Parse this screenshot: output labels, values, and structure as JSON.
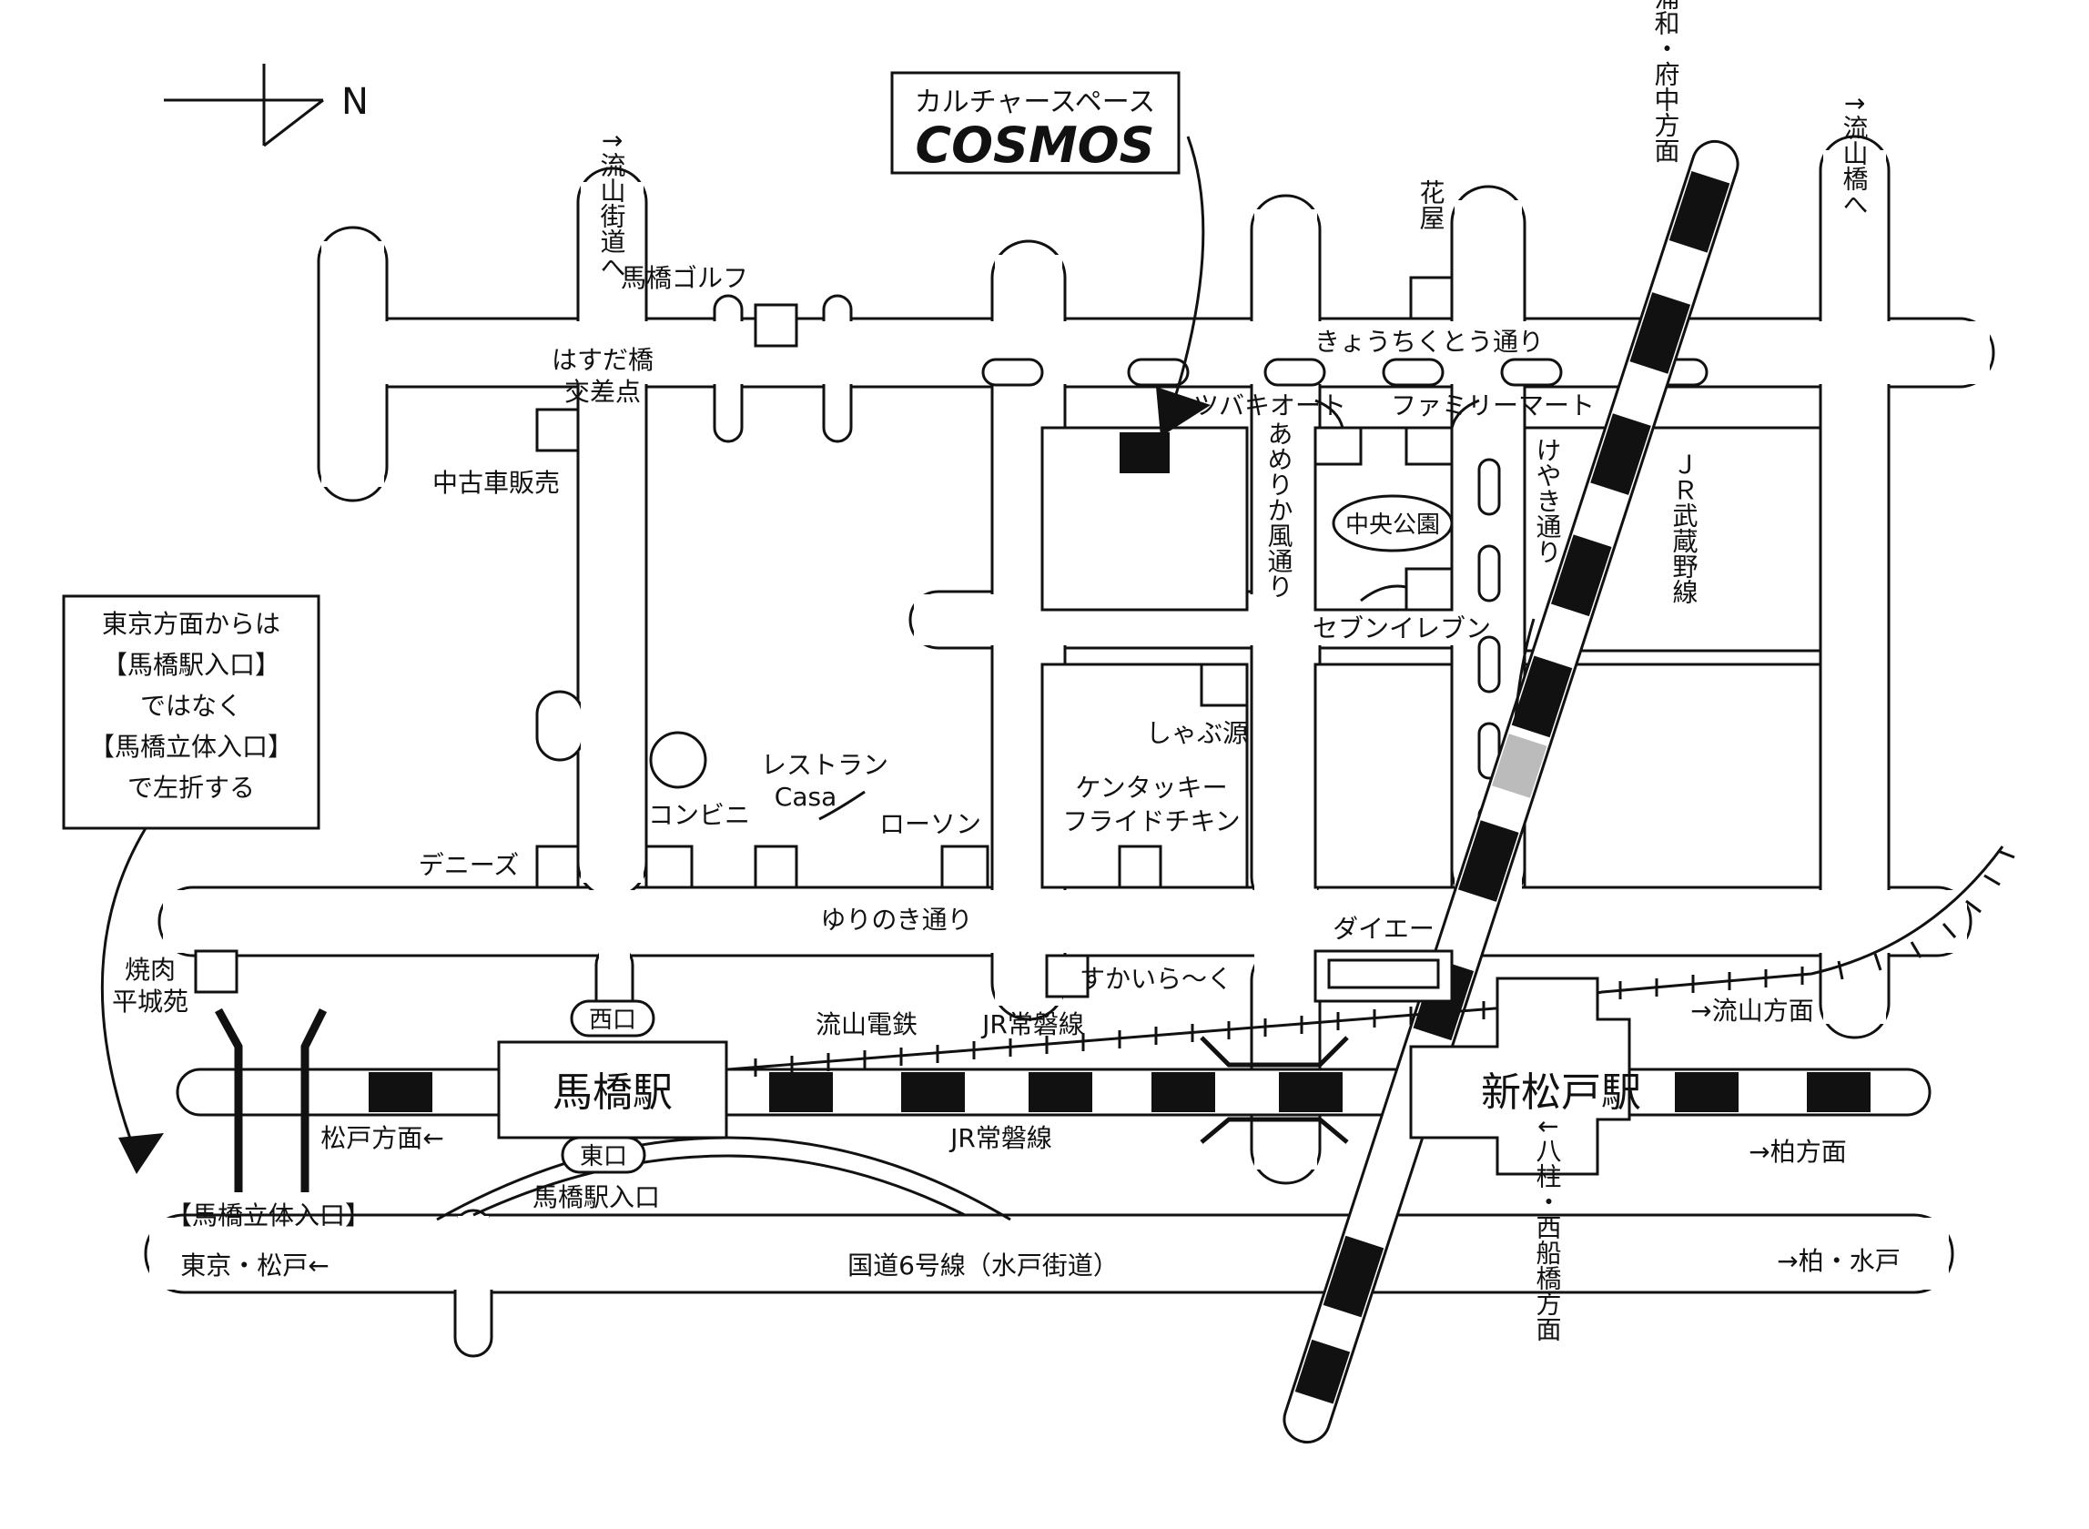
{
  "compass": {
    "north": "N"
  },
  "venue": {
    "subtitle": "カルチャースペース",
    "name": "COSMOS"
  },
  "note": {
    "lines": [
      "東京方面からは",
      "【馬橋駅入口】",
      "ではなく",
      "【馬橋立体入口】",
      "で左折する"
    ]
  },
  "stations": {
    "mabashi": "馬橋駅",
    "shinmatsudo": "新松戸駅",
    "west_exit": "西口",
    "east_exit": "東口"
  },
  "railways": {
    "joban": "JR常磐線",
    "nagareyama": "流山電鉄",
    "musashino": "ＪＲ武蔵野線"
  },
  "roads": {
    "route6": "国道6号線（水戸街道）",
    "yurinoki": "ゆりのき通り",
    "kyouchiku": "きょうちくとう通り",
    "america": "あめりか風通り",
    "keyaki": "けやき通り"
  },
  "places": {
    "mabashi_golf": "馬橋ゴルフ",
    "hasuda_1": "はすだ橋",
    "hasuda_2": "交差点",
    "used_car": "中古車販売",
    "flower": "花屋",
    "tsubaki": "ツバキオート",
    "familymart": "ファミリーマート",
    "park": "中央公園",
    "seven": "セブンイレブン",
    "shabu": "しゃぶ源",
    "kfc_1": "ケンタッキー",
    "kfc_2": "フライドチキン",
    "restaurant_1": "レストラン",
    "restaurant_2": "Casa",
    "convenience": "コンビニ",
    "lawson": "ローソン",
    "dennys": "デニーズ",
    "daiei": "ダイエー",
    "skylark": "すかいら～く",
    "yakiniku_1": "焼肉",
    "yakiniku_2": "平城苑"
  },
  "entrances": {
    "rittai": "【馬橋立体入口】",
    "station_entrance": "馬橋駅入口"
  },
  "directions": {
    "nagareyama_kaido": "↑流山街道へ",
    "minamiurawa": "↑南浦和・府中方面",
    "nagareyamabashi": "↑流山橋へ",
    "nagareyama_area": "→流山方面",
    "kashiwa_area": "→柏方面",
    "matsudo_area": "松戸方面←",
    "tokyo_matsudo": "東京・松戸←",
    "kashiwa_mito": "→柏・水戸",
    "yabashira": "↓八柱・西船橋方面"
  }
}
